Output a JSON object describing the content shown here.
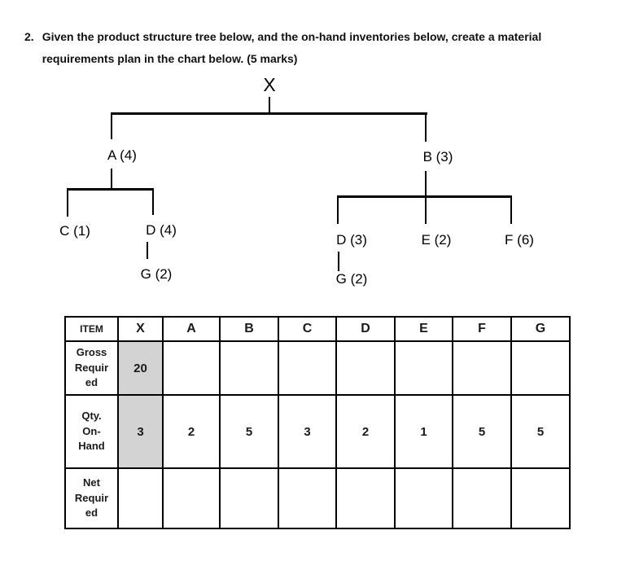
{
  "question": {
    "number": "2.",
    "text": "Given the product structure tree below, and the on-hand inventories below, create a material requirements plan in the chart below. (5 marks)"
  },
  "tree": {
    "nodes": {
      "x": "X",
      "a": "A (4)",
      "b": "B (3)",
      "c": "C (1)",
      "d1": "D (4)",
      "g1": "G (2)",
      "d2": "D (3)",
      "e": "E (2)",
      "f": "F (6)",
      "g2": "G (2)"
    }
  },
  "table": {
    "headers": [
      "ITEM",
      "X",
      "A",
      "B",
      "C",
      "D",
      "E",
      "F",
      "G"
    ],
    "rows": [
      {
        "label": "Gross\nRequir\ned",
        "values": [
          "20",
          "",
          "",
          "",
          "",
          "",
          "",
          ""
        ]
      },
      {
        "label": "Qty.\nOn-\nHand",
        "values": [
          "3",
          "2",
          "5",
          "3",
          "2",
          "1",
          "5",
          "5"
        ]
      },
      {
        "label": "Net\nRequir\ned",
        "values": [
          "",
          "",
          "",
          "",
          "",
          "",
          "",
          ""
        ]
      }
    ],
    "shaded_color": "#d3d3d3"
  }
}
